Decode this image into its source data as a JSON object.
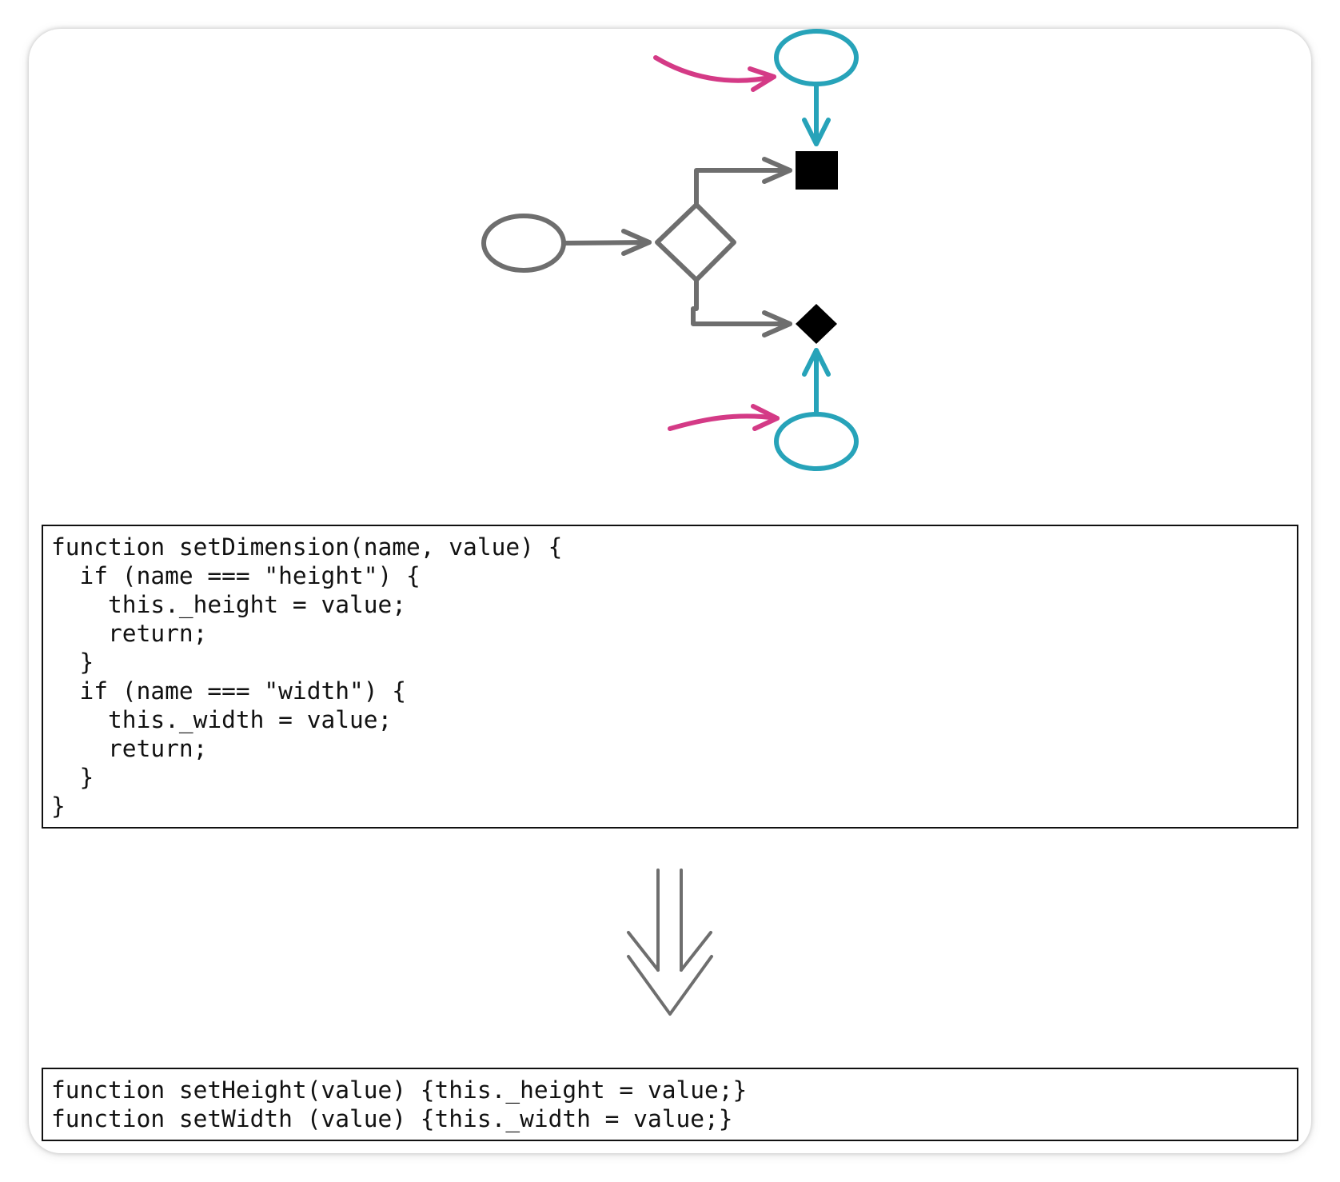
{
  "colors": {
    "flow_gray": "#6e6e6e",
    "teal": "#27a3b9",
    "magenta": "#d43a86",
    "black": "#000000"
  },
  "diagram": {
    "shapes": [
      "oval-start",
      "decision-diamond",
      "black-square",
      "black-diamond",
      "teal-oval-top",
      "teal-oval-bottom"
    ],
    "arrow_colors": [
      "gray",
      "teal",
      "magenta"
    ]
  },
  "code_before": {
    "lines": [
      "function setDimension(name, value) {",
      "  if (name === \"height\") {",
      "    this._height = value;",
      "    return;",
      "  }",
      "  if (name === \"width\") {",
      "    this._width = value;",
      "    return;",
      "  }",
      "}"
    ]
  },
  "code_after": {
    "lines": [
      "function setHeight(value) {this._height = value;}",
      "function setWidth (value) {this._width = value;}"
    ]
  },
  "transform_arrow_icon": "double-down-arrow-icon"
}
